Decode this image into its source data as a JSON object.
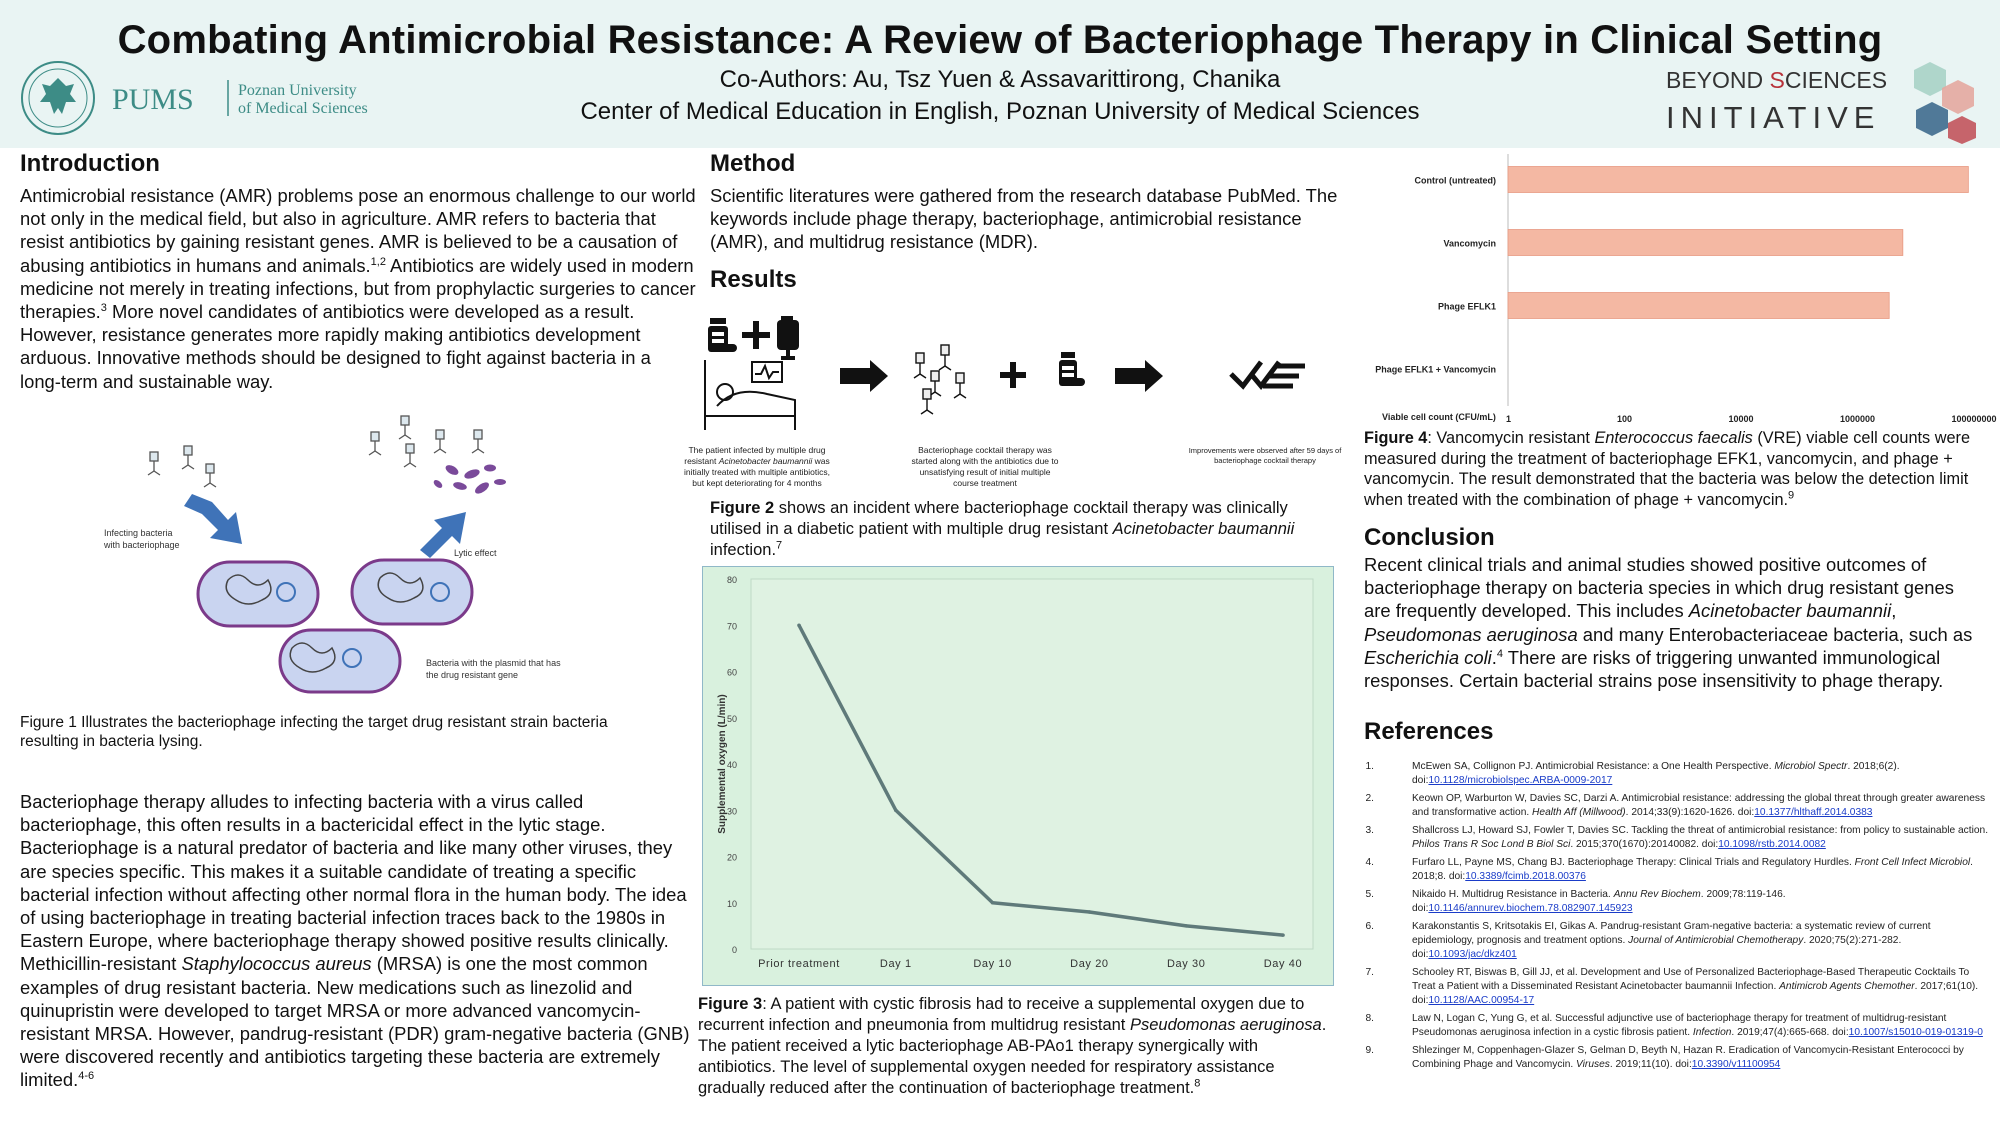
{
  "header": {
    "title": "Combating Antimicrobial Resistance: A Review of Bacteriophage Therapy in Clinical Setting",
    "coauthors": "Co-Authors: Au, Tsz Yuen & Assavarittirong, Chanika",
    "center": "Center of Medical Education in English, Poznan University of Medical Sciences",
    "left_logo": {
      "abbr": "PUMS",
      "line1": "Poznan University",
      "line2": "of Medical Sciences"
    },
    "right_logo": {
      "line1_a": "BEYOND ",
      "line1_b": "S",
      "line1_c": "CIENCES",
      "line2": "INITIATIVE"
    },
    "colors": {
      "header_bg": "#e9f4f3",
      "pums_teal": "#3d8c86",
      "bsi_teal": "#4aa79f",
      "bsi_red": "#b8323a"
    }
  },
  "intro": {
    "heading": "Introduction",
    "p1_a": "Antimicrobial resistance (AMR) problems pose an enormous challenge to our world not only in the medical field, but also in agriculture. AMR refers to bacteria that resist antibiotics by gaining resistant genes. AMR is believed to be a causation of abusing antibiotics in humans and animals.",
    "p1_sup1": "1,2",
    "p1_b": "  Antibiotics are widely used in modern medicine not merely in treating infections, but from prophylactic surgeries to cancer therapies.",
    "p1_sup2": "3",
    "p1_c": " More novel candidates of antibiotics were developed as a result. However, resistance generates more rapidly making antibiotics development arduous. Innovative methods should be designed to fight against bacteria in a long-term and sustainable way.",
    "fig1_labels": {
      "infecting": "Infecting bacteria",
      "infecting2": "with bacteriophage",
      "lytic": "Lytic effect",
      "plasmid": "Bacteria with the plasmid that has",
      "plasmid2": "the drug resistant gene"
    },
    "fig1_caption": "Figure 1 Illustrates the bacteriophage infecting the target drug resistant strain bacteria resulting in bacteria lysing.",
    "p2_a": "Bacteriophage therapy alludes to infecting bacteria with a virus called bacteriophage, this often results in a bactericidal effect in the lytic stage. Bacteriophage is a natural predator of bacteria and like many other viruses, they are species specific. This makes it a suitable candidate of treating a specific bacterial infection without affecting other normal flora in the human body. The idea of using bacteriophage in treating bacterial infection traces back to the 1980s in Eastern Europe, where bacteriophage therapy showed positive results clinically. Methicillin-resistant ",
    "p2_i1": "Staphylococcus aureus",
    "p2_b": " (MRSA) is one the most common examples of drug resistant bacteria. New medications such as linezolid and quinupristin were developed to target MRSA or more advanced vancomycin-resistant MRSA. However, pandrug-resistant (PDR) gram-negative bacteria (GNB) were discovered recently and antibiotics targeting these bacteria are extremely limited.",
    "p2_sup": "4-6"
  },
  "method": {
    "heading": "Method",
    "text": "Scientific literatures were gathered from the research database PubMed. The keywords include phage therapy, bacteriophage, antimicrobial resistance (AMR), and multidrug resistance (MDR)."
  },
  "results": {
    "heading": "Results",
    "fig2_text1_a": "The patient infected by multiple drug",
    "fig2_text1_b": "resistant ",
    "fig2_text1_b_i": "Acinetobacter baumannii",
    "fig2_text1_b2": " was",
    "fig2_text1_c": "initially treated with multiple antibiotics,",
    "fig2_text1_d": "but kept deteriorating for 4 months",
    "fig2_text2_a": "Bacteriophage cocktail therapy was",
    "fig2_text2_b": "started along with the antibiotics due to",
    "fig2_text2_c": "unsatisfying result of initial multiple",
    "fig2_text2_d": "course treatment",
    "fig2_text3_a": "Improvements were observed after 59 days of",
    "fig2_text3_b": "bacteriophage cocktail therapy",
    "fig2_caption_bold": "Figure 2",
    "fig2_caption_a": " shows an incident where bacteriophage cocktail therapy was clinically utilised in a diabetic patient with multiple drug resistant ",
    "fig2_caption_i": "Acinetobacter baumannii",
    "fig2_caption_b": " infection.",
    "fig2_caption_sup": "7",
    "fig3_caption_bold": "Figure 3",
    "fig3_caption_a": ": A patient with cystic fibrosis had to receive a supplemental oxygen due to recurrent infection and pneumonia from multidrug resistant ",
    "fig3_caption_i": "Pseudomonas aeruginosa",
    "fig3_caption_b": ". The patient received a lytic bacteriophage AB-PAo1 therapy synergically with antibiotics. The level of supplemental oxygen needed for respiratory assistance gradually reduced after the continuation of bacteriophage treatment.",
    "fig3_caption_sup": "8"
  },
  "chart_data": [
    {
      "type": "line",
      "categories": [
        "Prior treatment",
        "Day 1",
        "Day 10",
        "Day 20",
        "Day 30",
        "Day 40"
      ],
      "values": [
        70,
        30,
        10,
        8,
        5,
        3
      ],
      "ylabel": "Supplemental oxygen (L/min)",
      "ylim": [
        0,
        80
      ],
      "yticks": [
        "0",
        "10",
        "20",
        "30",
        "40",
        "50",
        "60",
        "70",
        "80"
      ],
      "colors": {
        "line": "#5f7a7a",
        "plot_bg": "#dff2e2",
        "outer_bg": "#d9f1de"
      }
    },
    {
      "type": "bar",
      "orientation": "horizontal",
      "categories": [
        "Control (untreated)",
        "Vancomycin",
        "Phage EFLK1",
        "Phage EFLK1 + Vancomycin"
      ],
      "values": [
        80000000,
        6000000,
        3500000,
        1
      ],
      "xlabel": "Viable cell count (CFU/mL)",
      "xscale": "log",
      "xticks": [
        "1",
        "100",
        "10000",
        "1000000",
        "100000000"
      ],
      "colors": {
        "bar": "#f4b8a3",
        "bar_edge": "#e89a82"
      }
    }
  ],
  "fig4": {
    "caption_bold": "Figure 4",
    "caption_a": ": Vancomycin resistant ",
    "caption_i": "Enterococcus faecalis",
    "caption_b": " (VRE) viable cell counts were measured during the treatment of bacteriophage EFK1, vancomycin, and phage + vancomycin. The result demonstrated that the bacteria was below the detection limit when treated with the combination of phage + vancomycin.",
    "caption_sup": "9"
  },
  "conclusion": {
    "heading": "Conclusion",
    "a": "Recent clinical trials and animal studies showed positive outcomes of bacteriophage therapy on bacteria species in which drug resistant genes are frequently developed. This includes ",
    "i1": "Acinetobacter baumannii",
    "b": ", ",
    "i2": "Pseudomonas aeruginosa",
    "c": " and many Enterobacteriaceae bacteria, such as ",
    "i3": "Escherichia coli",
    "d": ".",
    "sup": "4",
    "e": " There are risks of triggering unwanted immunological responses. Certain bacterial strains pose insensitivity to phage therapy."
  },
  "references": {
    "heading": "References",
    "items": [
      {
        "num": "1.",
        "a": "McEwen SA, Collignon PJ. Antimicrobial Resistance: a One Health Perspective. ",
        "i": "Microbiol Spectr",
        "b": ". 2018;6(2). doi:",
        "link": "10.1128/microbiolspec.ARBA-0009-2017"
      },
      {
        "num": "2.",
        "a": "Keown OP, Warburton W, Davies SC, Darzi A. Antimicrobial resistance: addressing the global threat through greater awareness and transformative action. ",
        "i": "Health Aff (Millwood)",
        "b": ". 2014;33(9):1620-1626. doi:",
        "link": "10.1377/hlthaff.2014.0383"
      },
      {
        "num": "3.",
        "a": "Shallcross LJ, Howard SJ, Fowler T, Davies SC. Tackling the threat of antimicrobial resistance: from policy to sustainable action. ",
        "i": "Philos Trans R Soc Lond B Biol Sci",
        "b": ". 2015;370(1670):20140082. doi:",
        "link": "10.1098/rstb.2014.0082"
      },
      {
        "num": "4.",
        "a": "Furfaro LL, Payne MS, Chang BJ. Bacteriophage Therapy: Clinical Trials and Regulatory Hurdles. ",
        "i": "Front Cell Infect Microbiol",
        "b": ". 2018;8. doi:",
        "link": "10.3389/fcimb.2018.00376"
      },
      {
        "num": "5.",
        "a": "Nikaido H. Multidrug Resistance in Bacteria. ",
        "i": "Annu Rev Biochem",
        "b": ". 2009;78:119-146. doi:",
        "link": "10.1146/annurev.biochem.78.082907.145923"
      },
      {
        "num": "6.",
        "a": "Karakonstantis S, Kritsotakis EI, Gikas A. Pandrug-resistant Gram-negative bacteria: a systematic review of current epidemiology, prognosis and treatment options. ",
        "i": "Journal of Antimicrobial Chemotherapy",
        "b": ". 2020;75(2):271-282. doi:",
        "link": "10.1093/jac/dkz401"
      },
      {
        "num": "7.",
        "a": "Schooley RT, Biswas B, Gill JJ, et al. Development and Use of Personalized Bacteriophage-Based Therapeutic Cocktails To Treat a Patient with a Disseminated Resistant Acinetobacter baumannii Infection. ",
        "i": "Antimicrob Agents Chemother",
        "b": ". 2017;61(10). doi:",
        "link": "10.1128/AAC.00954-17"
      },
      {
        "num": "8.",
        "a": "Law N, Logan C, Yung G, et al. Successful adjunctive use of bacteriophage therapy for treatment of multidrug-resistant Pseudomonas aeruginosa infection in a cystic fibrosis patient. ",
        "i": "Infection",
        "b": ". 2019;47(4):665-668. doi:",
        "link": "10.1007/s15010-019-01319-0"
      },
      {
        "num": "9.",
        "a": "Shlezinger M, Coppenhagen-Glazer S, Gelman D, Beyth N, Hazan R. Eradication of Vancomycin-Resistant Enterococci by Combining Phage and Vancomycin. ",
        "i": "Viruses",
        "b": ". 2019;11(10). doi:",
        "link": "10.3390/v11100954"
      }
    ]
  }
}
